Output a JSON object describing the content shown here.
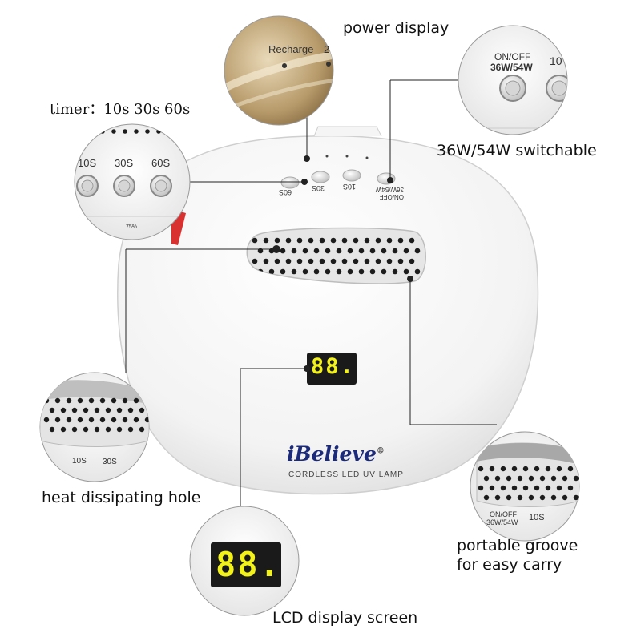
{
  "callouts": {
    "power_display": "power display",
    "timer": "timer：10s 30s 60s",
    "switchable": "36W/54W switchable",
    "heat_hole": "heat dissipating hole",
    "portable_line1": "portable groove",
    "portable_line2": "for easy carry",
    "lcd_screen": "LCD display screen"
  },
  "lamp": {
    "brand": "iBelieve",
    "registered": "®",
    "subtitle": "CORDLESS LED UV LAMP",
    "lcd_value": "88.",
    "buttons": [
      "60S",
      "30S",
      "10S",
      "ON/OFF 36W/54W"
    ]
  },
  "zoom_power": {
    "label": "Recharge",
    "extra": "2"
  },
  "zoom_switch": {
    "label_line1": "ON/OFF",
    "label_line2": "36W/54W",
    "label_right": "10"
  },
  "zoom_timer": {
    "labels": [
      "10S",
      "30S",
      "60S"
    ],
    "footer": "75%"
  },
  "zoom_heat": {
    "labels": [
      "10S",
      "30S"
    ]
  },
  "zoom_groove": {
    "label_line1": "ON/OFF",
    "label_line2": "36W/54W",
    "label_right": "10S"
  },
  "zoom_lcd": {
    "value": "88."
  },
  "colors": {
    "lcd_bg": "#1a1a1a",
    "lcd_digits": "#f2f21a",
    "brand": "#1b2a7a",
    "accent_red": "#d93030"
  }
}
